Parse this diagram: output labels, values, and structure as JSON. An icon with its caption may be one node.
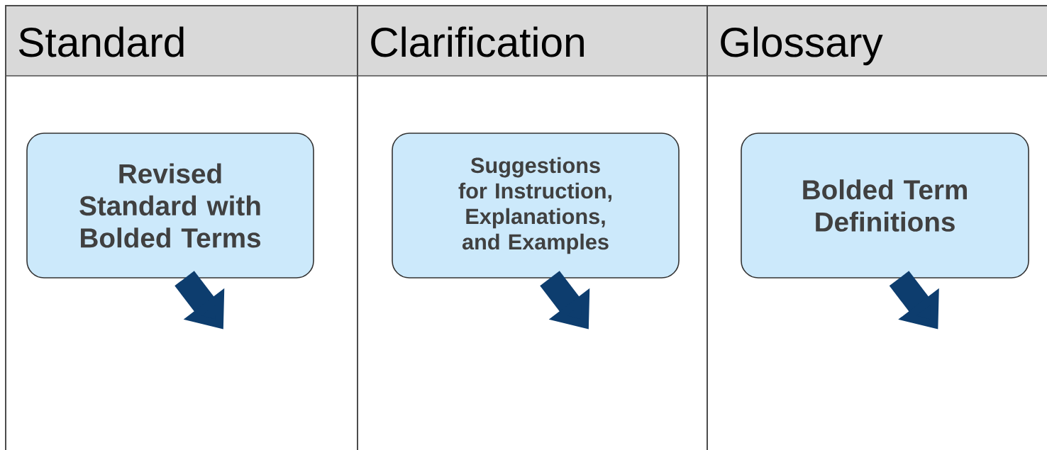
{
  "diagram": {
    "nodes": [
      {
        "text": [
          "Standard"
        ]
      },
      {
        "text": [
          "Revised Standard with Bolded Terms"
        ],
        "in": 0
      },
      {
        "text": [
          "Clarification"
        ]
      },
      {
        "text": [
          "Suggestions for Instruction, Explanations, and Examples"
        ],
        "in": 2
      },
      {
        "text": [
          "Glossary"
        ]
      },
      {
        "text": [
          "Bolded Term Definitions"
        ],
        "in": 4
      }
    ],
    "edges": [
      {
        "from": 1,
        "to": null,
        "arrow": "to"
      },
      {
        "from": 3,
        "to": null,
        "arrow": "to"
      },
      {
        "from": 5,
        "to": null,
        "arrow": "to"
      }
    ]
  }
}
